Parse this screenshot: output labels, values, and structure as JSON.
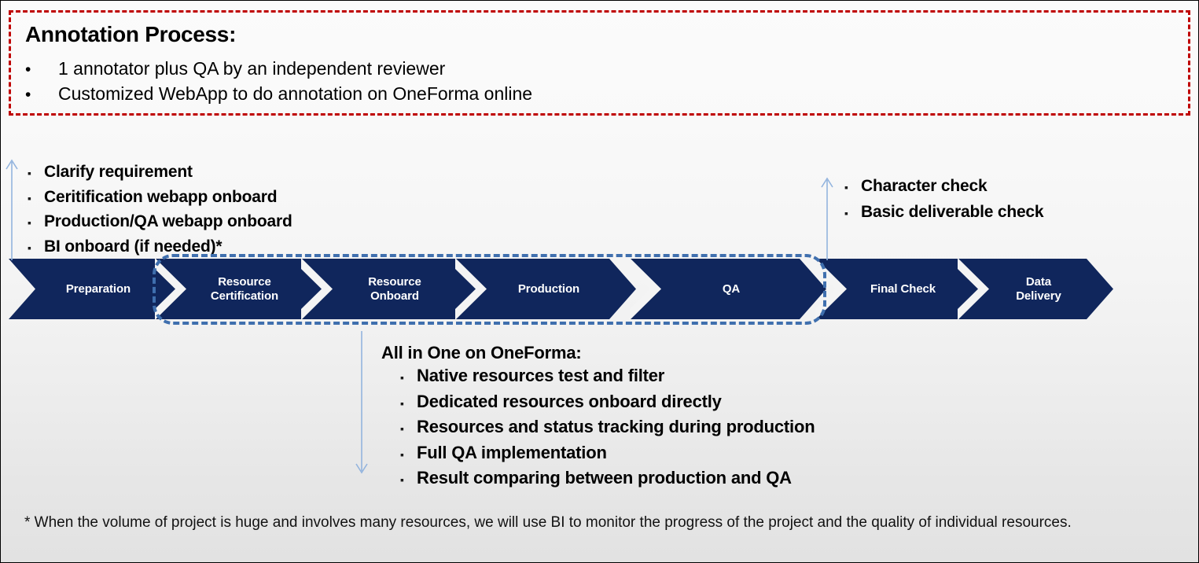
{
  "header": {
    "title": "Annotation Process:",
    "bullets": [
      "1 annotator plus QA by an independent reviewer",
      "Customized WebApp to do annotation on OneForma online"
    ],
    "bullet_glyph": "•",
    "border_color": "#bf0000"
  },
  "left_list": {
    "bullet_glyph": "▪",
    "items": [
      "Clarify requirement",
      "Ceritification webapp onboard",
      "Production/QA webapp onboard",
      "BI onboard (if needed)*"
    ]
  },
  "right_list": {
    "bullet_glyph": "▪",
    "items": [
      "Character check",
      "Basic deliverable check"
    ]
  },
  "process": {
    "chevron_color": "#10265c",
    "chevron_text_color": "#ffffff",
    "highlight_border_color": "#3f6fae",
    "steps": [
      {
        "line1": "Preparation",
        "line2": ""
      },
      {
        "line1": "Resource",
        "line2": "Certification"
      },
      {
        "line1": "Resource",
        "line2": "Onboard"
      },
      {
        "line1": "Production",
        "line2": ""
      },
      {
        "line1": "QA",
        "line2": ""
      },
      {
        "line1": "Final Check",
        "line2": ""
      },
      {
        "line1": "Data",
        "line2": "Delivery"
      }
    ]
  },
  "middle_callout": {
    "title": "All in One on OneForma:",
    "bullet_glyph": "▪",
    "items": [
      "Native resources test and filter",
      "Dedicated resources onboard directly",
      "Resources and status tracking during production",
      "Full QA implementation",
      "Result comparing between production and QA"
    ]
  },
  "footnote": {
    "text": "* When the volume of project is huge and involves many resources, we will use BI to monitor the progress of the project and the quality of individual resources."
  },
  "arrow_color": "#93b4de"
}
